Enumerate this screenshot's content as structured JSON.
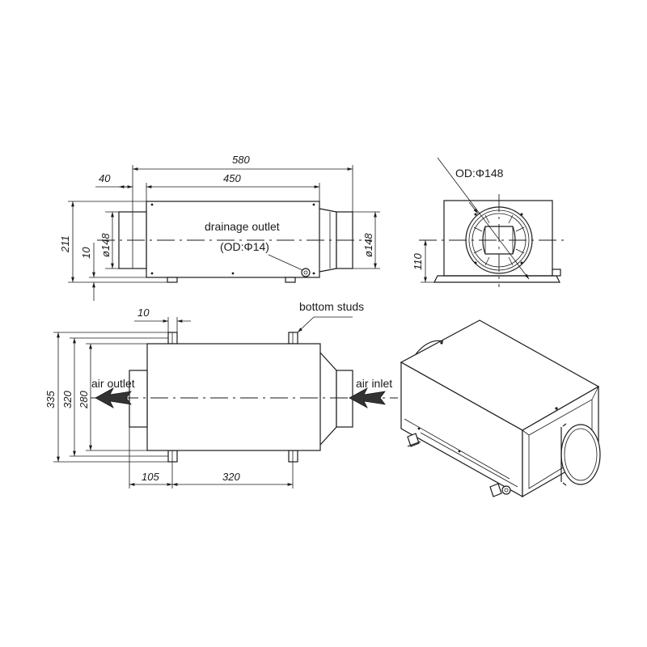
{
  "top_view": {
    "dim_overall": "580",
    "dim_body": "450",
    "dim_offset": "40",
    "dim_height": "211",
    "dim_stud": "10",
    "dim_left_diameter": "ø148",
    "dim_right_diameter": "ø148",
    "drainage_label": "drainage outlet",
    "drainage_od": "(OD:Φ14)"
  },
  "end_view": {
    "od_label": "OD:Φ148",
    "dim_center_height": "110"
  },
  "plan_view": {
    "dim_stud_width": "10",
    "studs_label": "bottom studs",
    "dim_335": "335",
    "dim_320_vertical": "320",
    "dim_280": "280",
    "dim_105": "105",
    "dim_320_horizontal": "320",
    "air_outlet_label": "air outlet",
    "air_inlet_label": "air inlet"
  }
}
